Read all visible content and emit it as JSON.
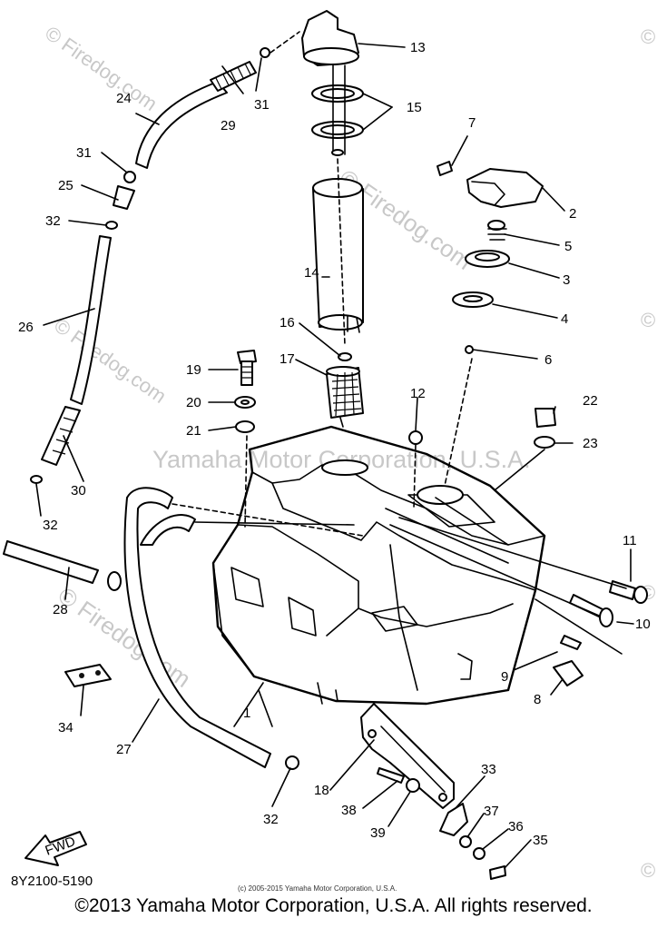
{
  "watermarks": {
    "center": "Yamaha Motor Corporation, U.S.A.",
    "firedog": "© Firedog.com",
    "copyright_small": "©"
  },
  "diagram_code": "8Y2100-5190",
  "fwd_label": "FWD",
  "small_copyright": "(c) 2005-2015 Yamaha Motor Corporation, U.S.A.",
  "footer": "©2013 Yamaha Motor Corporation, U.S.A. All rights reserved.",
  "callouts": [
    "1",
    "2",
    "3",
    "4",
    "5",
    "6",
    "7",
    "8",
    "9",
    "10",
    "11",
    "12",
    "13",
    "14",
    "15",
    "16",
    "17",
    "18",
    "19",
    "20",
    "21",
    "22",
    "23",
    "24",
    "25",
    "26",
    "27",
    "28",
    "29",
    "30",
    "31",
    "31",
    "32",
    "32",
    "32",
    "33",
    "34",
    "35",
    "36",
    "37",
    "38",
    "39"
  ]
}
